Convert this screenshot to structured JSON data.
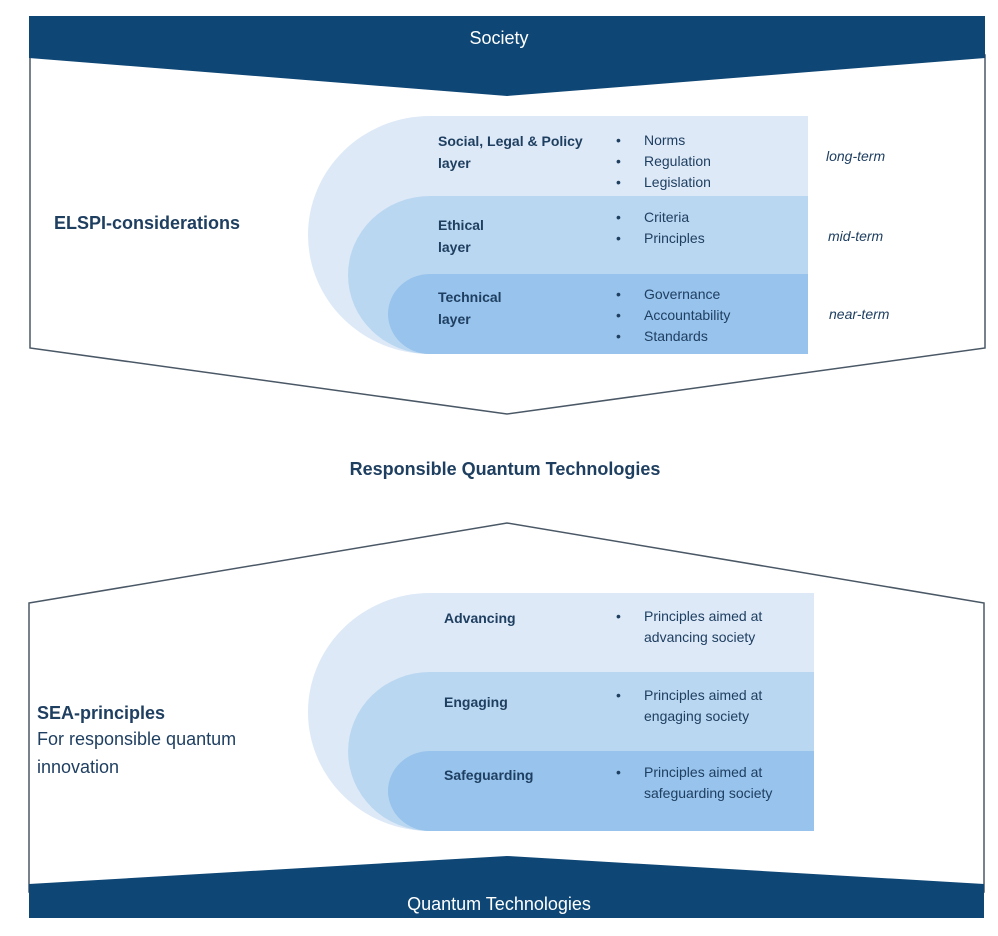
{
  "top_banner": {
    "label": "Society",
    "color": "#0e4675"
  },
  "bottom_banner": {
    "label": "Quantum Technologies",
    "color": "#0e4675"
  },
  "center_label": "Responsible Quantum Technologies",
  "elspi": {
    "title": "ELSPI-considerations",
    "layers": [
      {
        "name": "Social, Legal & Policy layer",
        "items": [
          "Norms",
          "Regulation",
          "Legislation"
        ],
        "term": "long-term",
        "color": "#dde9f7"
      },
      {
        "name": "Ethical layer",
        "items": [
          "Criteria",
          "Principles"
        ],
        "term": "mid-term",
        "color": "#bad7f1"
      },
      {
        "name": "Technical layer",
        "items": [
          "Governance",
          "Accountability",
          "Standards"
        ],
        "term": "near-term",
        "color": "#97c3ec"
      }
    ]
  },
  "sea": {
    "title": "SEA-principles",
    "subtitle": "For responsible quantum innovation",
    "layers": [
      {
        "name": "Advancing",
        "items": [
          "Principles aimed at advancing society"
        ],
        "color": "#dde9f7"
      },
      {
        "name": "Engaging",
        "items": [
          "Principles aimed at engaging society"
        ],
        "color": "#bad7f1"
      },
      {
        "name": "Safeguarding",
        "items": [
          "Principles aimed at safeguarding society"
        ],
        "color": "#97c3ec"
      }
    ]
  }
}
